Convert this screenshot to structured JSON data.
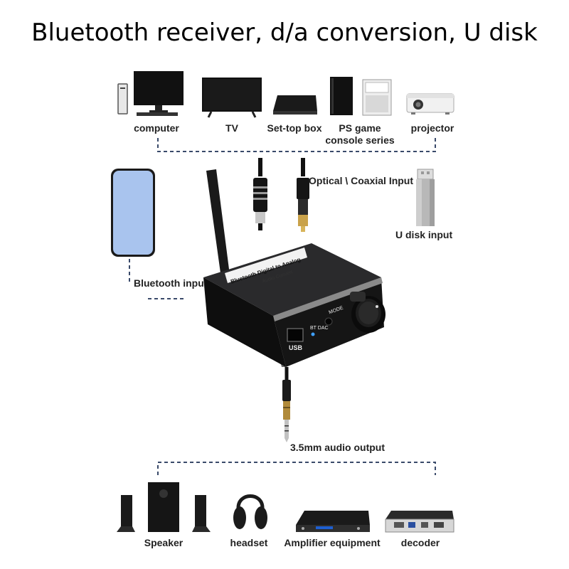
{
  "title": "Bluetooth receiver, d/a conversion, U disk",
  "input_devices": [
    {
      "label": "computer",
      "icon": "computer-icon"
    },
    {
      "label": "TV",
      "icon": "tv-icon"
    },
    {
      "label": "Set-top box",
      "icon": "set-top-box-icon"
    },
    {
      "label_line1": "PS game",
      "label_line2": "console series",
      "icon": "game-console-icon"
    },
    {
      "label": "projector",
      "icon": "projector-icon"
    }
  ],
  "inputs": {
    "optical_coaxial": "Optical \\ Coaxial Input",
    "u_disk": "U disk input",
    "bluetooth": "Bluetooth input"
  },
  "device": {
    "label_main": "Bluetooth Digital to Analog",
    "label_sub": "Audio Convert",
    "usb": "USB",
    "mode": "MODE",
    "bt_dac": "BT DAC"
  },
  "output": {
    "label": "3.5mm audio output"
  },
  "output_devices": [
    {
      "label": "Speaker",
      "icon": "speaker-icon"
    },
    {
      "label": "headset",
      "icon": "headset-icon"
    },
    {
      "label": "Amplifier equipment",
      "icon": "amplifier-icon"
    },
    {
      "label": "decoder",
      "icon": "decoder-icon"
    }
  ],
  "colors": {
    "dashed_line": "#3a4a6a",
    "device_body": "#1c1c1e",
    "phone_screen": "#a9c4ee"
  }
}
